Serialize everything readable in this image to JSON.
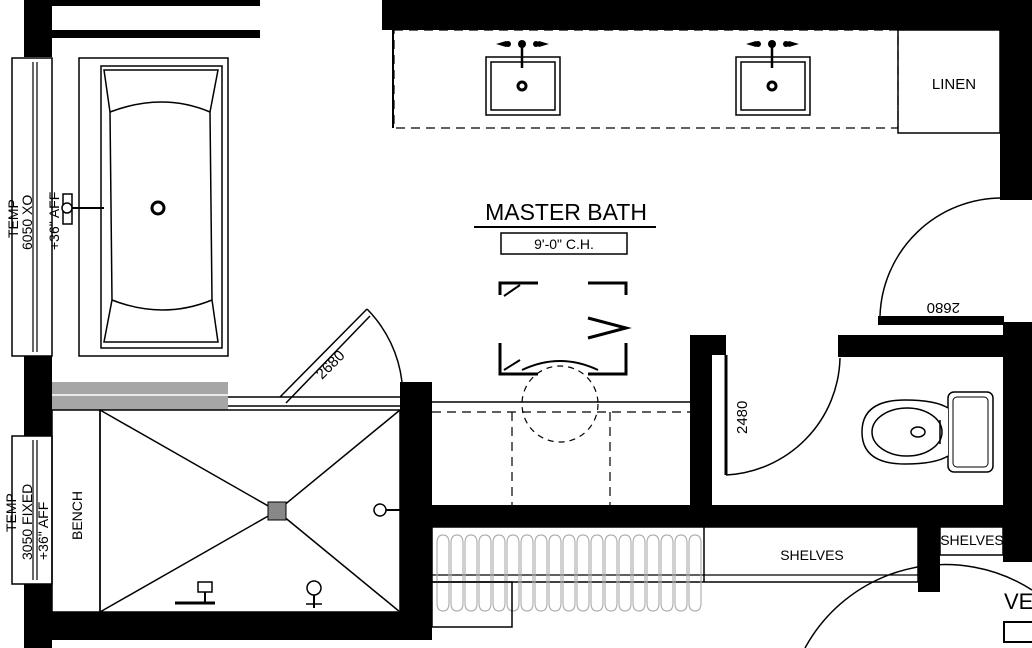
{
  "room": {
    "name": "MASTER BATH",
    "ceiling": "9'-0\" C.H."
  },
  "labels": {
    "linen": "LINEN",
    "shelves_left": "SHELVES",
    "shelves_right": "SHELVES",
    "bench": "BENCH",
    "partial_right": "VE"
  },
  "doors": {
    "shower_door": "2680",
    "bedroom_door": "2680",
    "wc_door": "2480"
  },
  "windows": {
    "upper": {
      "line1": "TEMP",
      "line2": "6050 XO",
      "line3": "+36\" AFF"
    },
    "lower": {
      "line1": "TEMP",
      "line2": "3050 FIXED",
      "line3": "+36\" AFF"
    }
  },
  "colors": {
    "ink": "#000000",
    "paper": "#ffffff",
    "fill_grey": "#a6a6a6",
    "hanger_grey": "#b0b0b0"
  }
}
